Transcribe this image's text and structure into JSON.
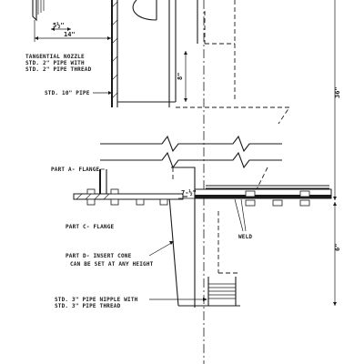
{
  "labels": {
    "tangential_nozzle": [
      "TANGENTIAL NOZZLE",
      "STD. 2\" PIPE WITH",
      "STD. 2\" PIPE THREAD"
    ],
    "std_10_pipe": "STD. 10\" PIPE",
    "part_a_flange": "PART A- FLANGE",
    "part_c_flange": "PART C- FLANGE",
    "part_d_insert_cone": [
      "PART D- INSERT CONE",
      "CAN BE SET AT ANY HEIGHT"
    ],
    "std_3_pipe_nipple": [
      "STD. 3\" PIPE NIPPLE WITH",
      "STD. 3\" PIPE THREAD"
    ],
    "weld": "WELD"
  },
  "dimensions": {
    "d_5_5": "5½\"",
    "d_14": "14\"",
    "d_8": "8\"",
    "d_36": "36\"",
    "d_7_5": "7-½\"",
    "d_6": "6\""
  }
}
